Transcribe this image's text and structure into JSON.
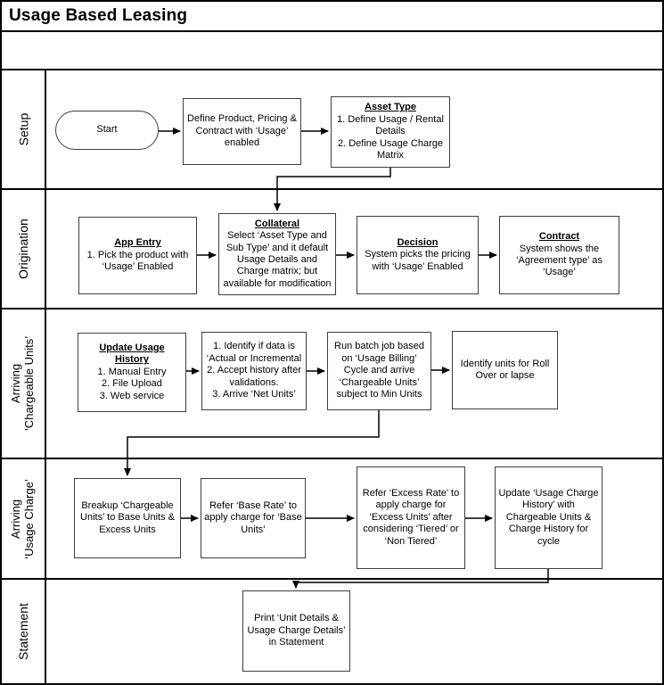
{
  "title": "Usage Based Leasing",
  "colors": {
    "lane_border": "#000000",
    "node_border": "#3f3f3f",
    "background": "#ffffff",
    "text": "#000000"
  },
  "lanes": [
    {
      "label": "Setup"
    },
    {
      "label": "Origination"
    },
    {
      "label": "Arriving\n‘Chargeable Units’"
    },
    {
      "label": "Arriving\n‘Usage Charge’"
    },
    {
      "label": "Statement"
    }
  ],
  "nodes": {
    "start": {
      "text": "Start"
    },
    "define_product": {
      "text": "Define Product, Pricing & Contract with ‘Usage’ enabled"
    },
    "asset_type": {
      "heading": "Asset Type",
      "text": "1. Define Usage / Rental Details\n2. Define Usage Charge Matrix"
    },
    "app_entry": {
      "heading": "App Entry",
      "text": "1. Pick the product with ‘Usage’ Enabled"
    },
    "collateral": {
      "heading": "Collateral",
      "text": "Select ‘Asset Type and Sub Type’ and it default Usage Details and Charge matrix; but available for modification"
    },
    "decision": {
      "heading": "Decision",
      "text": "System picks the pricing with ‘Usage’ Enabled"
    },
    "contract": {
      "heading": "Contract",
      "text": "System shows the ‘Agreement type’ as ‘Usage’"
    },
    "update_usage_history": {
      "heading": "Update Usage History",
      "text": "1. Manual Entry\n2. File Upload\n3. Web service"
    },
    "identify_data": {
      "text": "1. Identify if data is ‘Actual or Incremental\n2. Accept history after validations.\n3. Arrive ‘Net Units’"
    },
    "run_batch": {
      "text": "Run batch job based on ‘Usage Billing’ Cycle and arrive ‘Chargeable Units’ subject to Min Units"
    },
    "roll_over": {
      "text": "Identify units for Roll Over or lapse"
    },
    "breakup": {
      "text": "Breakup ‘Chargeable Units’ to Base Units & Excess Units"
    },
    "base_rate": {
      "text": "Refer ‘Base Rate’ to apply charge for ‘Base Units’"
    },
    "excess_rate": {
      "text": "Refer ‘Excess Rate’ to apply charge for ‘Excess Units’ after considering ‘Tiered’ or ‘Non Tiered’"
    },
    "update_charge": {
      "text": "Update ‘Usage Charge History’ with Chargeable Units & Charge History for cycle"
    },
    "print_statement": {
      "text": "Print ‘Unit Details & Usage Charge Details’ in Statement"
    }
  }
}
